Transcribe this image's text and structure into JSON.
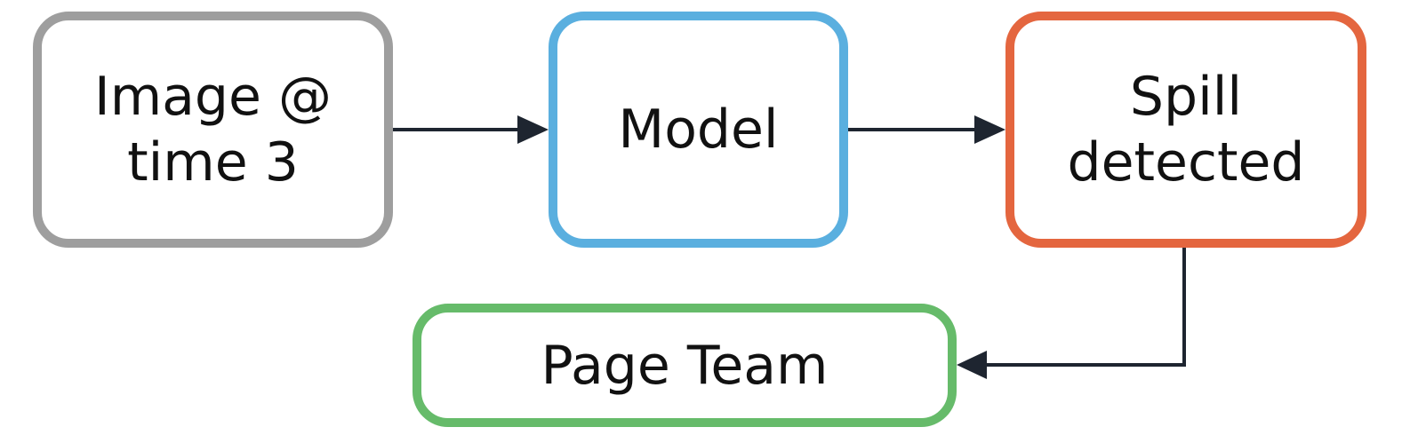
{
  "nodes": {
    "image": {
      "label": "Image @\ntime 3",
      "border_color": "#9e9e9e"
    },
    "model": {
      "label": "Model",
      "border_color": "#5aafdf"
    },
    "spill": {
      "label": "Spill\ndetected",
      "border_color": "#e4663f"
    },
    "page": {
      "label": "Page Team",
      "border_color": "#66bb6a"
    }
  },
  "edges": [
    {
      "from": "image",
      "to": "model"
    },
    {
      "from": "model",
      "to": "spill"
    },
    {
      "from": "spill",
      "to": "page"
    }
  ],
  "colors": {
    "connector": "#1e2530"
  }
}
